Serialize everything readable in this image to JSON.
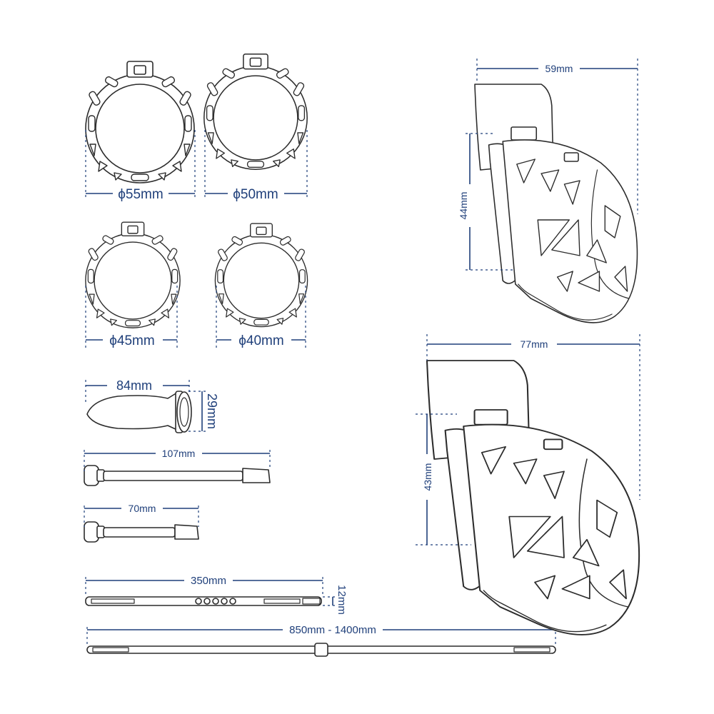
{
  "dimensions": {
    "ring_55": "ϕ55mm",
    "ring_50": "ϕ50mm",
    "ring_45": "ϕ45mm",
    "ring_40": "ϕ40mm",
    "plug_length": "84mm",
    "plug_height": "29mm",
    "tube_long": "107mm",
    "tube_short": "70mm",
    "belt_short_length": "350mm",
    "belt_short_width": "12mm",
    "belt_long_length": "850mm - 1400mm",
    "cage_small_width": "59mm",
    "cage_small_height": "44mm",
    "cage_large_width": "77mm",
    "cage_large_height": "43mm"
  },
  "colors": {
    "dimension": "#1f3f7a",
    "outline": "#2c2c2c",
    "background": "#ffffff"
  }
}
